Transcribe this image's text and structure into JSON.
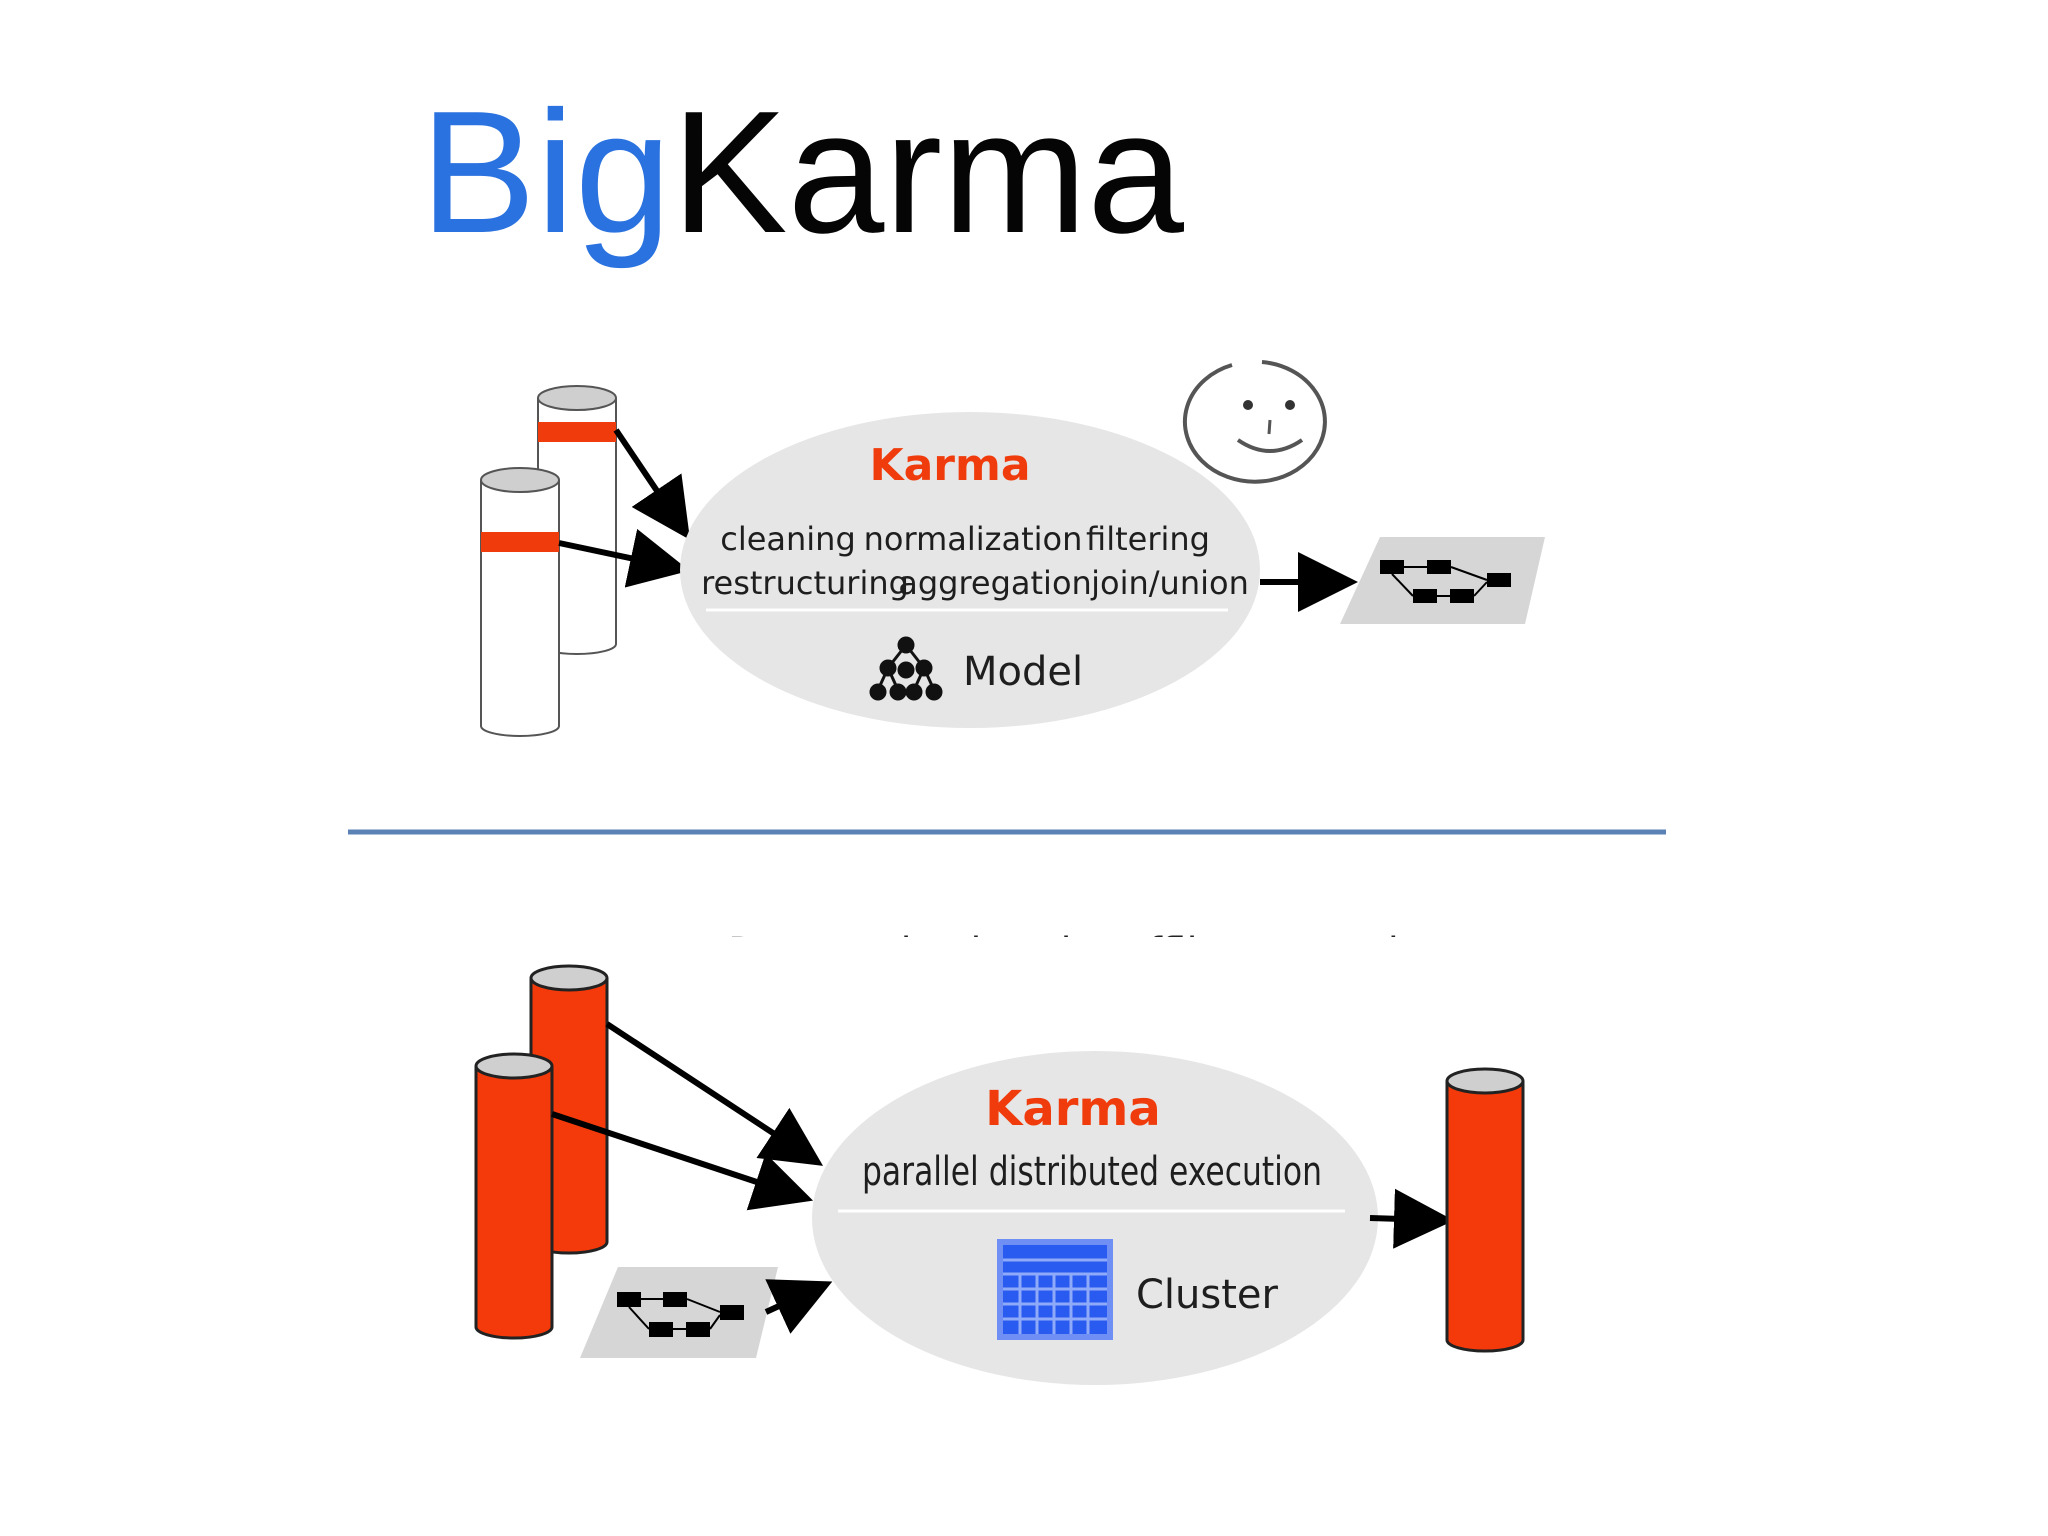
{
  "title": {
    "brand_part": "Big",
    "rest_part": "Karma",
    "brand_color": "#2a72df",
    "rest_color": "#050505"
  },
  "top_panel": {
    "engine_label": "Karma",
    "operations_row1": [
      "cleaning",
      "normalization",
      "filtering"
    ],
    "operations_row2": [
      "restructuring",
      "aggregation",
      "join/union"
    ],
    "model_label": "Model",
    "icons": [
      "database-cylinder-icon",
      "smiley-face-icon",
      "hierarchy-tree-icon",
      "workflow-model-icon"
    ]
  },
  "divider_color": "#5a82b4",
  "bottom_panel": {
    "cut_off_caption": "Data and using the offline control",
    "engine_label": "Karma",
    "execution_label": "parallel distributed execution",
    "cluster_label": "Cluster",
    "icons": [
      "database-cylinder-icon",
      "workflow-model-icon",
      "cluster-grid-icon"
    ]
  },
  "colors": {
    "accent_red": "#f03c0c",
    "ellipse_fill": "#e6e6e6",
    "cluster_blue": "#2a5bf0"
  }
}
